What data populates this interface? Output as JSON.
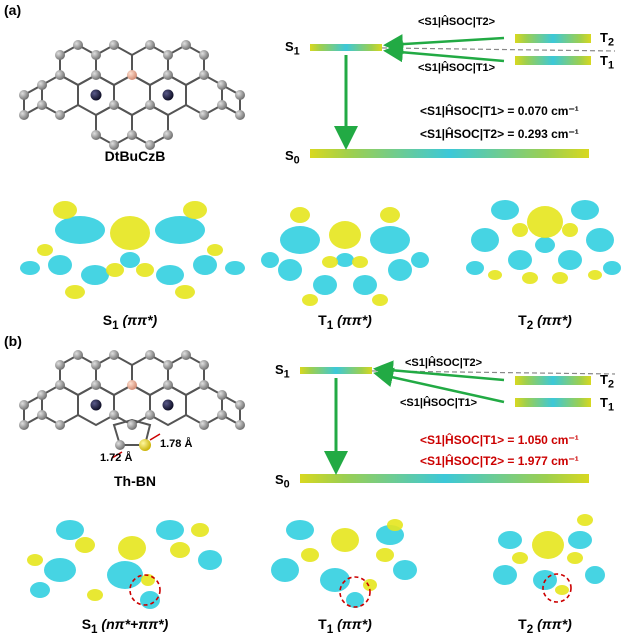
{
  "panel_a": {
    "label": "(a)",
    "molecule_name": "DtBuCzB",
    "levels": {
      "s1": "S",
      "s1_sub": "1",
      "t1": "T",
      "t1_sub": "1",
      "t2": "T",
      "t2_sub": "2",
      "s0": "S",
      "s0_sub": "0"
    },
    "soc_arrow_top": "<S1|ĤSOC|T2>",
    "soc_arrow_bottom": "<S1|ĤSOC|T1>",
    "soc_t1": "<S1|ĤSOC|T1> = 0.070 cm⁻¹",
    "soc_t2": "<S1|ĤSOC|T2> = 0.293 cm⁻¹",
    "orbitals": [
      {
        "state": "S",
        "sub": "1",
        "character": " (ππ*)"
      },
      {
        "state": "T",
        "sub": "1",
        "character": " (ππ*)"
      },
      {
        "state": "T",
        "sub": "2",
        "character": " (ππ*)"
      }
    ]
  },
  "panel_b": {
    "label": "(b)",
    "molecule_name": "Th-BN",
    "bond_1": "1.72 Å",
    "bond_2": "1.78 Å",
    "levels": {
      "s1": "S",
      "s1_sub": "1",
      "t1": "T",
      "t1_sub": "1",
      "t2": "T",
      "t2_sub": "2",
      "s0": "S",
      "s0_sub": "0"
    },
    "soc_arrow_top": "<S1|ĤSOC|T2>",
    "soc_arrow_bottom": "<S1|ĤSOC|T1>",
    "soc_t1": "<S1|ĤSOC|T1> = 1.050 cm⁻¹",
    "soc_t2": "<S1|ĤSOC|T2> = 1.977 cm⁻¹",
    "orbitals": [
      {
        "state": "S",
        "sub": "1",
        "character": " (nπ*+ππ*)"
      },
      {
        "state": "T",
        "sub": "1",
        "character": " (ππ*)"
      },
      {
        "state": "T",
        "sub": "2",
        "character": " (ππ*)"
      }
    ]
  },
  "colors": {
    "level_yellow": "#d8d820",
    "level_cyan": "#3cc8d8",
    "arrow_green": "#22aa44",
    "dash_gray": "#888888",
    "atom_gray": "#8a8a8a",
    "boron": "#e8a890",
    "nitrogen": "#1a1a3a",
    "sulfur": "#e8d020",
    "orbital_yellow": "#e6e61e",
    "orbital_cyan": "#33d0e0",
    "highlight_red": "#cc0000"
  }
}
